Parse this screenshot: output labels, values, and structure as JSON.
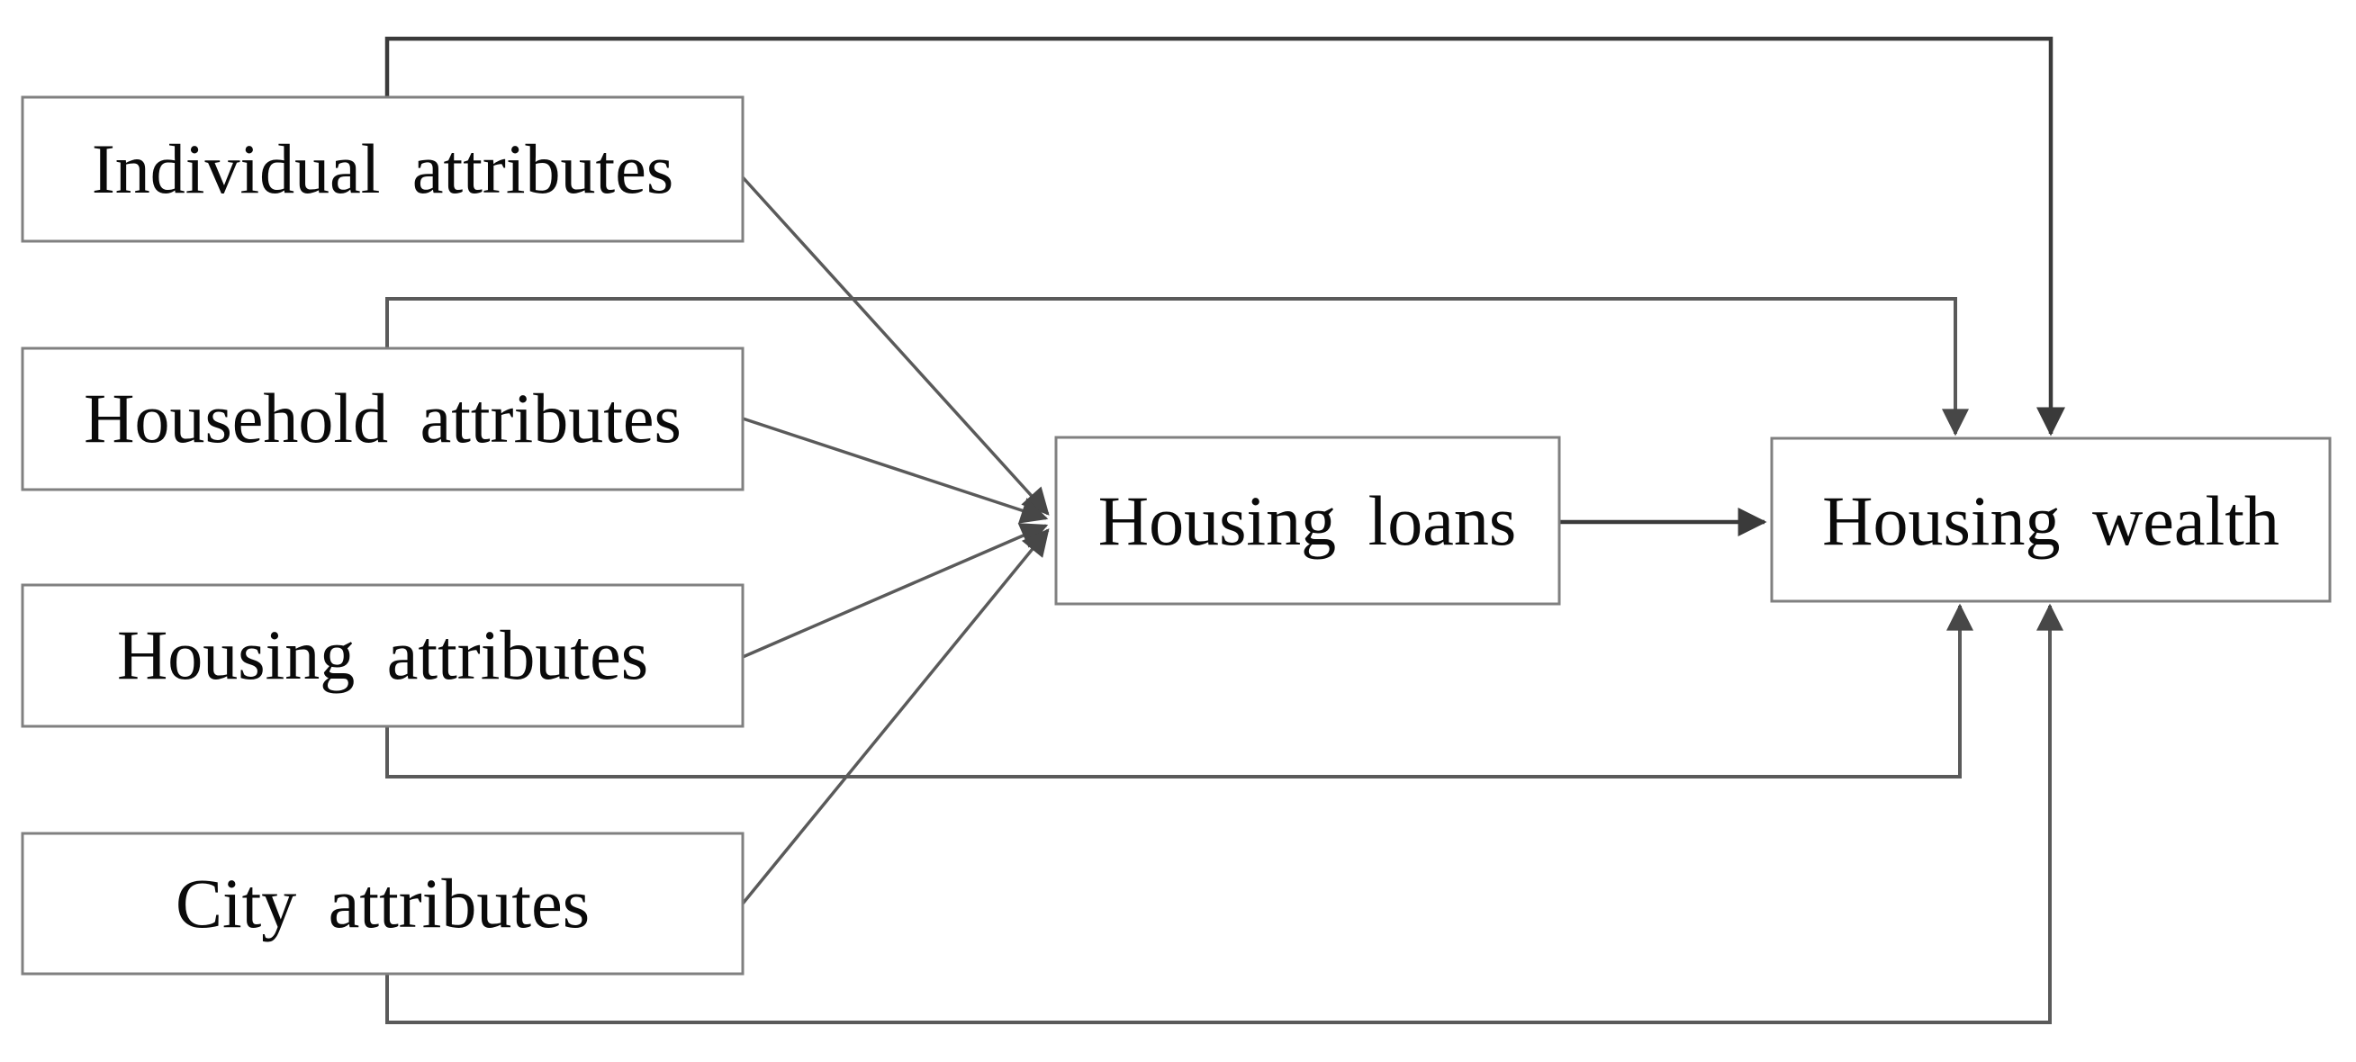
{
  "diagram": {
    "type": "flow-diagram",
    "background": "#ffffff",
    "nodes": {
      "individual": {
        "label": "Individual attributes"
      },
      "household": {
        "label": "Household attributes"
      },
      "housing": {
        "label": "Housing attributes"
      },
      "city": {
        "label": "City attributes"
      },
      "loans": {
        "label": "Housing loans"
      },
      "wealth": {
        "label": "Housing wealth"
      }
    },
    "edges": [
      {
        "from": "individual",
        "to": "loans",
        "style": "diagonal-arrow"
      },
      {
        "from": "household",
        "to": "loans",
        "style": "diagonal-arrow"
      },
      {
        "from": "housing",
        "to": "loans",
        "style": "diagonal-arrow"
      },
      {
        "from": "city",
        "to": "loans",
        "style": "diagonal-arrow"
      },
      {
        "from": "loans",
        "to": "wealth",
        "style": "straight-arrow"
      },
      {
        "from": "individual",
        "to": "wealth",
        "style": "orthogonal-top-outer, arrow into top edge"
      },
      {
        "from": "household",
        "to": "wealth",
        "style": "orthogonal-top-inner, arrow into top edge"
      },
      {
        "from": "housing",
        "to": "wealth",
        "style": "orthogonal-bottom-inner, arrow into bottom edge"
      },
      {
        "from": "city",
        "to": "wealth",
        "style": "orthogonal-bottom-outer, arrow into bottom edge"
      }
    ],
    "colors": {
      "line_dark": "#3a3a3a",
      "line_gray": "#5a5a5a",
      "box_border": "#808080",
      "text": "#0a0a0a",
      "background": "#ffffff"
    }
  }
}
